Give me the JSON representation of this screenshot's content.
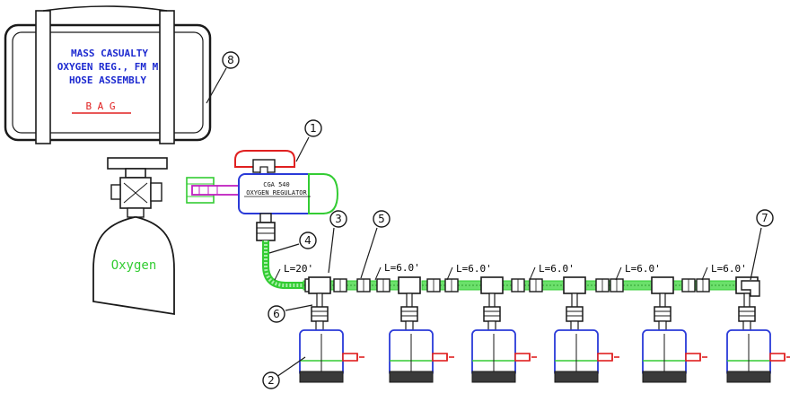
{
  "bag": {
    "line1": "MASS CASUALTY",
    "line2": "OXYGEN REG., FM M",
    "line3": "HOSE ASSEMBLY",
    "label": "B A G"
  },
  "cylinder": {
    "label": "Oxygen"
  },
  "regulator": {
    "line1": "CGA 540",
    "line2": "OXYGEN REGULATOR"
  },
  "callouts": {
    "c1": "1",
    "c2": "2",
    "c3": "3",
    "c4": "4",
    "c5": "5",
    "c6": "6",
    "c7": "7",
    "c8": "8"
  },
  "hoses": [
    {
      "label": "L=20'"
    },
    {
      "label": "L=6.0'"
    },
    {
      "label": "L=6.0'"
    },
    {
      "label": "L=6.0'"
    },
    {
      "label": "L=6.0'"
    },
    {
      "label": "L=6.0'"
    }
  ],
  "colors": {
    "outline": "#1a1a1a",
    "blue": "#2a3ad8",
    "green": "#33cc33",
    "hose": "#6be06b",
    "red": "#e02020"
  }
}
